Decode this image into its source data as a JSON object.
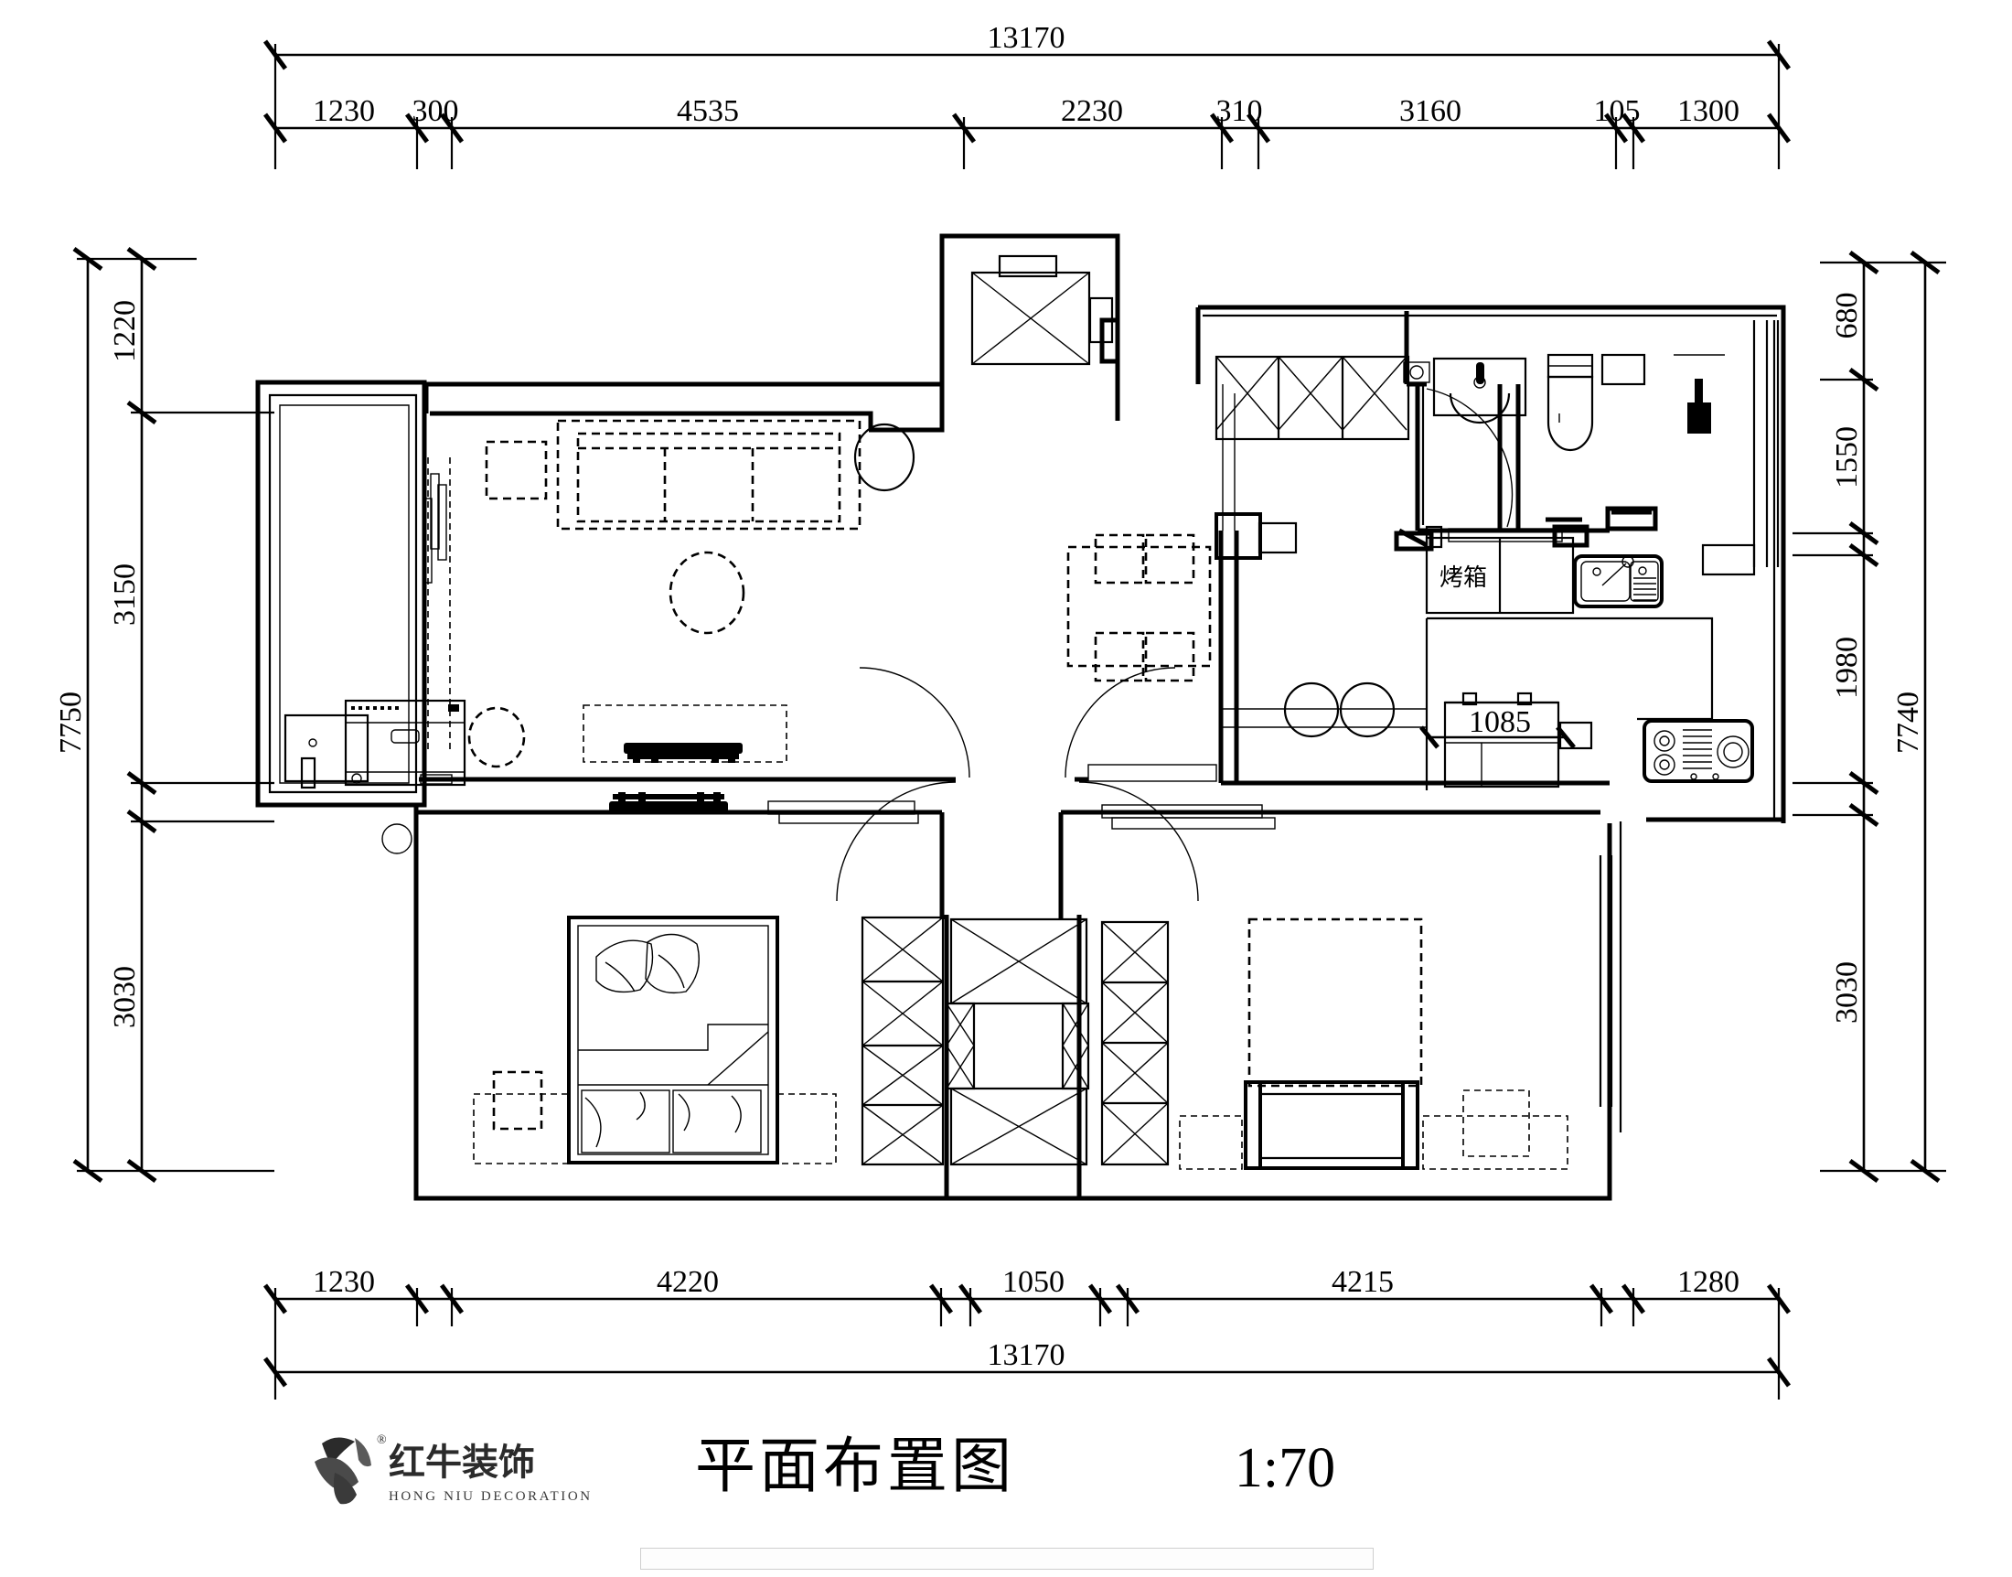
{
  "drawing": {
    "title": "平面布置图",
    "scale": "1:70",
    "logo_cn": "红牛装饰",
    "logo_en": "HONG NIU DECORATION",
    "registered_mark": "®"
  },
  "dimensions": {
    "top_overall": "13170",
    "top_segments": [
      "1230",
      "300",
      "4535",
      "2230",
      "310",
      "3160",
      "105",
      "1300"
    ],
    "bottom_overall": "13170",
    "bottom_segments": [
      "1230",
      "4220",
      "1050",
      "4215",
      "1280"
    ],
    "left_overall": "7750",
    "left_segments": [
      "1220",
      "3150",
      "3030"
    ],
    "right_overall": "7740",
    "right_segments": [
      "680",
      "1550",
      "1980",
      "3030"
    ],
    "interior": [
      "1085"
    ]
  },
  "room_labels": [
    {
      "name": "oven",
      "text": "烤箱"
    }
  ],
  "fixtures": [
    "sofa-3seat",
    "side-table",
    "round-coffee-table",
    "round-side-table",
    "tv-cabinet",
    "tv-panel",
    "dining-table",
    "dining-chair",
    "refrigerator",
    "sink-double",
    "gas-cooktop",
    "washing-machine",
    "balcony-sink",
    "toilet",
    "wash-basin",
    "wardrobe",
    "double-bed",
    "single-bed",
    "nightstand",
    "water-heater",
    "oven-cabinet"
  ],
  "colors": {
    "line": "#000000",
    "background": "#ffffff",
    "logo": "#2b2b2b"
  }
}
